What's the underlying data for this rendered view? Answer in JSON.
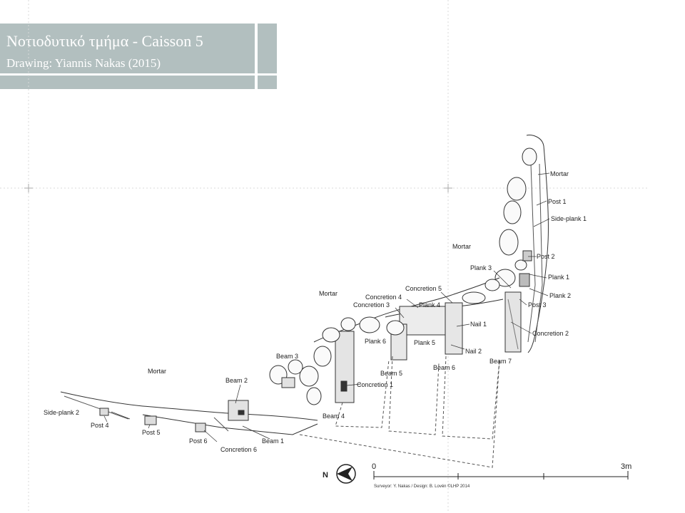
{
  "title": {
    "line1": "Νοτιοδυτικό τμήμα - Caisson 5",
    "line2": "Drawing: Yiannis Nakas (2015)"
  },
  "labels": {
    "mortar_upper_right": "Mortar",
    "mortar_mid": "Mortar",
    "mortar_center": "Mortar",
    "mortar_left": "Mortar",
    "post_1": "Post 1",
    "side_plank_1": "Side-plank 1",
    "post_2": "Post 2",
    "plank_1": "Plank 1",
    "plank_2": "Plank 2",
    "plank_3": "Plank 3",
    "post_3": "Post 3",
    "concretion_2": "Concretion 2",
    "concretion_5": "Concretion 5",
    "concretion_4": "Concretion 4",
    "concretion_3": "Concretion 3",
    "plank_4": "Plank 4",
    "nail_1": "Nail 1",
    "plank_6": "Plank 6",
    "plank_5": "Plank 5",
    "nail_2": "Nail 2",
    "beam_7": "Beam 7",
    "beam_6": "Beam 6",
    "beam_5": "Beam 5",
    "beam_3": "Beam 3",
    "concretion_1": "Concretion 1",
    "beam_2": "Beam 2",
    "beam_4": "Beam 4",
    "side_plank_2": "Side-plank 2",
    "post_4": "Post 4",
    "post_5": "Post 5",
    "post_6": "Post 6",
    "beam_1": "Beam 1",
    "concretion_6": "Concretion 6"
  },
  "north": {
    "label": "N"
  },
  "scale": {
    "start": "0",
    "end": "3m"
  },
  "credit": "Surveyor: Y. Nakas / Design: B. Lovén ©LHP 2014",
  "colors": {
    "title_bg": "#b2bfbf",
    "title_text": "#ffffff"
  }
}
